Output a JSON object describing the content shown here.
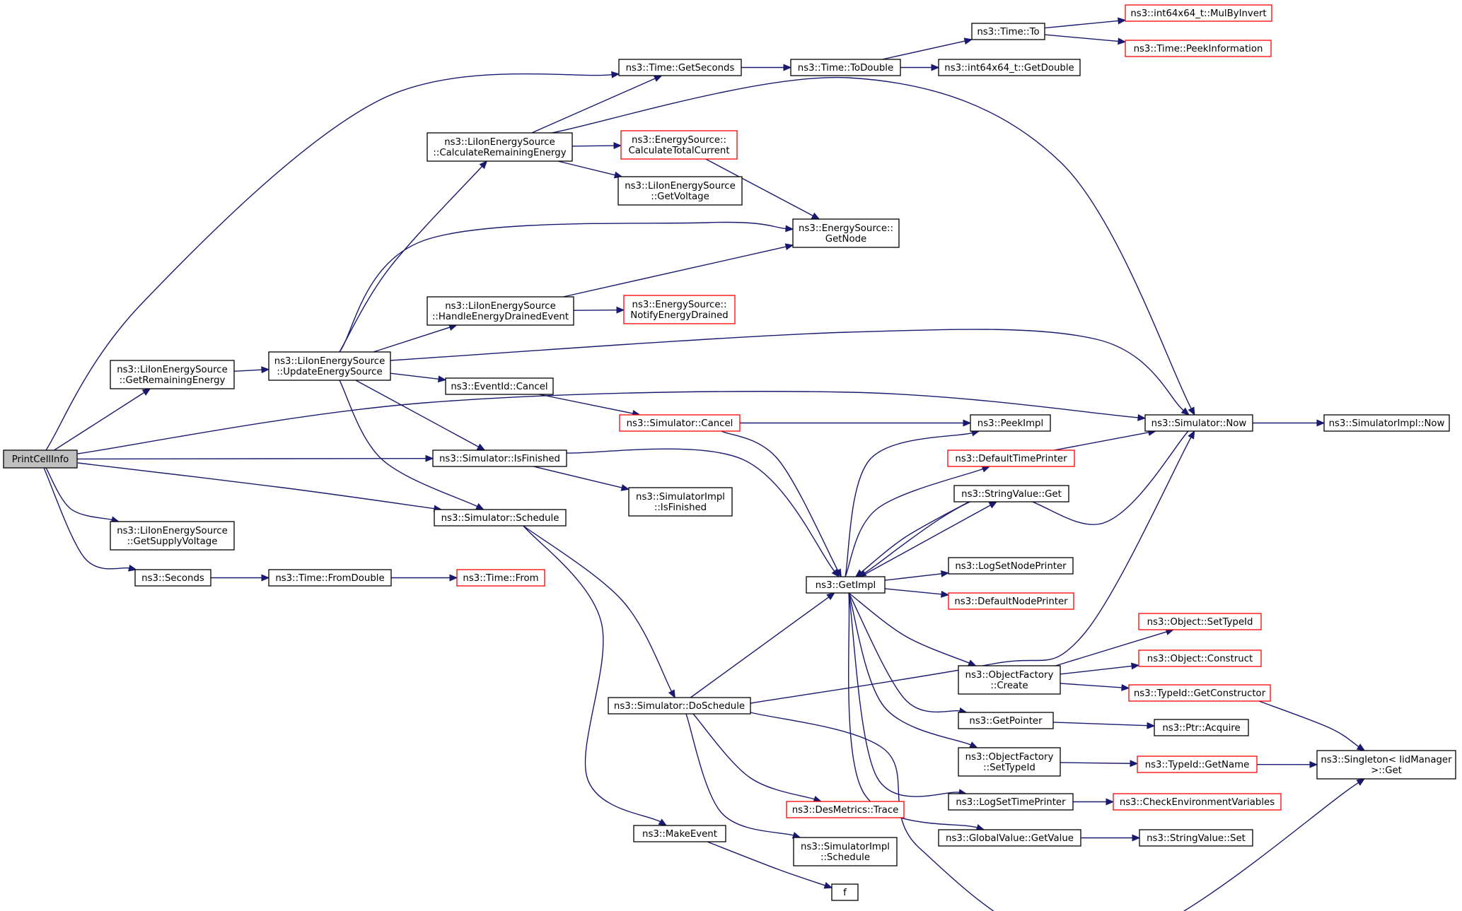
{
  "graph": {
    "edge_color": "#191970",
    "highlight_fill": "#bfbfbf",
    "truncated_border_color": "#ff0000",
    "nodes": [
      {
        "id": "printcell",
        "lines": [
          "PrintCellInfo"
        ],
        "highlighted": true
      },
      {
        "id": "getremaining",
        "lines": [
          "ns3::LiIonEnergySource",
          "::GetRemainingEnergy"
        ]
      },
      {
        "id": "updateenergy",
        "lines": [
          "ns3::LiIonEnergySource",
          "::UpdateEnergySource"
        ]
      },
      {
        "id": "calcremaining",
        "lines": [
          "ns3::LiIonEnergySource",
          "::CalculateRemainingEnergy"
        ]
      },
      {
        "id": "handledrained",
        "lines": [
          "ns3::LiIonEnergySource",
          "::HandleEnergyDrainedEvent"
        ]
      },
      {
        "id": "getseconds",
        "lines": [
          "ns3::Time::GetSeconds"
        ]
      },
      {
        "id": "todouble",
        "lines": [
          "ns3::Time::ToDouble"
        ]
      },
      {
        "id": "timeto",
        "lines": [
          "ns3::Time::To"
        ]
      },
      {
        "id": "mulbyinvert",
        "lines": [
          "ns3::int64x64_t::MulByInvert"
        ],
        "truncated": true
      },
      {
        "id": "peekinfo",
        "lines": [
          "ns3::Time::PeekInformation"
        ],
        "truncated": true
      },
      {
        "id": "int64getdouble",
        "lines": [
          "ns3::int64x64_t::GetDouble"
        ]
      },
      {
        "id": "calctotal",
        "lines": [
          "ns3::EnergySource::",
          "CalculateTotalCurrent"
        ],
        "truncated": true
      },
      {
        "id": "getvoltage",
        "lines": [
          "ns3::LiIonEnergySource",
          "::GetVoltage"
        ]
      },
      {
        "id": "getnode",
        "lines": [
          "ns3::EnergySource::",
          "GetNode"
        ]
      },
      {
        "id": "notifydrained",
        "lines": [
          "ns3::EnergySource::",
          "NotifyEnergyDrained"
        ],
        "truncated": true
      },
      {
        "id": "eventcancel",
        "lines": [
          "ns3::EventId::Cancel"
        ]
      },
      {
        "id": "simcancel",
        "lines": [
          "ns3::Simulator::Cancel"
        ],
        "truncated": true
      },
      {
        "id": "simisfinished",
        "lines": [
          "ns3::Simulator::IsFinished"
        ]
      },
      {
        "id": "implisfinished",
        "lines": [
          "ns3::SimulatorImpl",
          "::IsFinished"
        ]
      },
      {
        "id": "simschedule",
        "lines": [
          "ns3::Simulator::Schedule"
        ]
      },
      {
        "id": "getsupply",
        "lines": [
          "ns3::LiIonEnergySource",
          "::GetSupplyVoltage"
        ]
      },
      {
        "id": "seconds",
        "lines": [
          "ns3::Seconds"
        ]
      },
      {
        "id": "fromdouble",
        "lines": [
          "ns3::Time::FromDouble"
        ]
      },
      {
        "id": "timefrom",
        "lines": [
          "ns3::Time::From"
        ],
        "truncated": true
      },
      {
        "id": "peekimpl",
        "lines": [
          "ns3::PeekImpl"
        ]
      },
      {
        "id": "simnow",
        "lines": [
          "ns3::Simulator::Now"
        ]
      },
      {
        "id": "implnow",
        "lines": [
          "ns3::SimulatorImpl::Now"
        ]
      },
      {
        "id": "deftimeprinter",
        "lines": [
          "ns3::DefaultTimePrinter"
        ],
        "truncated": true
      },
      {
        "id": "strvalget",
        "lines": [
          "ns3::StringValue::Get"
        ]
      },
      {
        "id": "logsetnode",
        "lines": [
          "ns3::LogSetNodePrinter"
        ]
      },
      {
        "id": "defnodeprinter",
        "lines": [
          "ns3::DefaultNodePrinter"
        ],
        "truncated": true
      },
      {
        "id": "getimpl",
        "lines": [
          "ns3::GetImpl"
        ]
      },
      {
        "id": "settypeid",
        "lines": [
          "ns3::Object::SetTypeId"
        ],
        "truncated": true
      },
      {
        "id": "construct",
        "lines": [
          "ns3::Object::Construct"
        ],
        "truncated": true
      },
      {
        "id": "ofcreate",
        "lines": [
          "ns3::ObjectFactory",
          "::Create"
        ]
      },
      {
        "id": "getconstructor",
        "lines": [
          "ns3::TypeId::GetConstructor"
        ],
        "truncated": true
      },
      {
        "id": "doschedule",
        "lines": [
          "ns3::Simulator::DoSchedule"
        ]
      },
      {
        "id": "getpointer",
        "lines": [
          "ns3::GetPointer"
        ]
      },
      {
        "id": "ptracquire",
        "lines": [
          "ns3::Ptr::Acquire"
        ]
      },
      {
        "id": "ofsettypeid",
        "lines": [
          "ns3::ObjectFactory",
          "::SetTypeId"
        ]
      },
      {
        "id": "typeidgetname",
        "lines": [
          "ns3::TypeId::GetName"
        ],
        "truncated": true
      },
      {
        "id": "singletonget",
        "lines": [
          "ns3::Singleton< IidManager",
          " >::Get"
        ]
      },
      {
        "id": "destrace",
        "lines": [
          "ns3::DesMetrics::Trace"
        ],
        "truncated": true
      },
      {
        "id": "logsettime",
        "lines": [
          "ns3::LogSetTimePrinter"
        ]
      },
      {
        "id": "checkenv",
        "lines": [
          "ns3::CheckEnvironmentVariables"
        ],
        "truncated": true
      },
      {
        "id": "implschedule",
        "lines": [
          "ns3::SimulatorImpl",
          "::Schedule"
        ]
      },
      {
        "id": "makeevent",
        "lines": [
          "ns3::MakeEvent"
        ]
      },
      {
        "id": "globalgetvalue",
        "lines": [
          "ns3::GlobalValue::GetValue"
        ]
      },
      {
        "id": "strvalset",
        "lines": [
          "ns3::StringValue::Set"
        ]
      },
      {
        "id": "f",
        "lines": [
          "f"
        ]
      }
    ],
    "edges": [
      {
        "from": "printcell",
        "to": "getseconds"
      },
      {
        "from": "printcell",
        "to": "getremaining"
      },
      {
        "from": "printcell",
        "to": "simnow"
      },
      {
        "from": "printcell",
        "to": "simisfinished"
      },
      {
        "from": "printcell",
        "to": "simschedule"
      },
      {
        "from": "printcell",
        "to": "getsupply"
      },
      {
        "from": "printcell",
        "to": "seconds"
      },
      {
        "from": "getremaining",
        "to": "updateenergy"
      },
      {
        "from": "updateenergy",
        "to": "calcremaining"
      },
      {
        "from": "updateenergy",
        "to": "getnode"
      },
      {
        "from": "updateenergy",
        "to": "handledrained"
      },
      {
        "from": "updateenergy",
        "to": "simnow"
      },
      {
        "from": "updateenergy",
        "to": "eventcancel"
      },
      {
        "from": "updateenergy",
        "to": "simisfinished"
      },
      {
        "from": "updateenergy",
        "to": "simschedule"
      },
      {
        "from": "calcremaining",
        "to": "getseconds"
      },
      {
        "from": "calcremaining",
        "to": "calctotal"
      },
      {
        "from": "calcremaining",
        "to": "getvoltage"
      },
      {
        "from": "calcremaining",
        "to": "simnow"
      },
      {
        "from": "getseconds",
        "to": "todouble"
      },
      {
        "from": "todouble",
        "to": "timeto"
      },
      {
        "from": "todouble",
        "to": "int64getdouble"
      },
      {
        "from": "timeto",
        "to": "mulbyinvert"
      },
      {
        "from": "timeto",
        "to": "peekinfo"
      },
      {
        "from": "calctotal",
        "to": "getnode"
      },
      {
        "from": "handledrained",
        "to": "getnode"
      },
      {
        "from": "handledrained",
        "to": "notifydrained"
      },
      {
        "from": "eventcancel",
        "to": "simcancel"
      },
      {
        "from": "simcancel",
        "to": "peekimpl"
      },
      {
        "from": "simcancel",
        "to": "getimpl"
      },
      {
        "from": "simisfinished",
        "to": "getimpl"
      },
      {
        "from": "simisfinished",
        "to": "implisfinished"
      },
      {
        "from": "simschedule",
        "to": "doschedule"
      },
      {
        "from": "simschedule",
        "to": "makeevent"
      },
      {
        "from": "seconds",
        "to": "fromdouble"
      },
      {
        "from": "fromdouble",
        "to": "timefrom"
      },
      {
        "from": "simnow",
        "to": "implnow"
      },
      {
        "from": "simnow",
        "to": "getimpl"
      },
      {
        "from": "deftimeprinter",
        "to": "simnow"
      },
      {
        "from": "getimpl",
        "to": "peekimpl"
      },
      {
        "from": "getimpl",
        "to": "deftimeprinter"
      },
      {
        "from": "getimpl",
        "to": "strvalget"
      },
      {
        "from": "getimpl",
        "to": "logsetnode"
      },
      {
        "from": "getimpl",
        "to": "defnodeprinter"
      },
      {
        "from": "getimpl",
        "to": "ofcreate"
      },
      {
        "from": "getimpl",
        "to": "getpointer"
      },
      {
        "from": "getimpl",
        "to": "ofsettypeid"
      },
      {
        "from": "getimpl",
        "to": "logsettime"
      },
      {
        "from": "getimpl",
        "to": "globalgetvalue"
      },
      {
        "from": "strvalget",
        "to": "getimpl"
      },
      {
        "from": "ofcreate",
        "to": "settypeid"
      },
      {
        "from": "ofcreate",
        "to": "construct"
      },
      {
        "from": "ofcreate",
        "to": "getconstructor"
      },
      {
        "from": "getconstructor",
        "to": "singletonget"
      },
      {
        "from": "getpointer",
        "to": "ptracquire"
      },
      {
        "from": "ofsettypeid",
        "to": "typeidgetname"
      },
      {
        "from": "typeidgetname",
        "to": "singletonget"
      },
      {
        "from": "logsettime",
        "to": "checkenv"
      },
      {
        "from": "globalgetvalue",
        "to": "strvalset"
      },
      {
        "from": "doschedule",
        "to": "getimpl"
      },
      {
        "from": "doschedule",
        "to": "simnow"
      },
      {
        "from": "doschedule",
        "to": "destrace"
      },
      {
        "from": "doschedule",
        "to": "implschedule"
      },
      {
        "from": "doschedule",
        "to": "singletonget"
      },
      {
        "from": "makeevent",
        "to": "f"
      }
    ]
  }
}
